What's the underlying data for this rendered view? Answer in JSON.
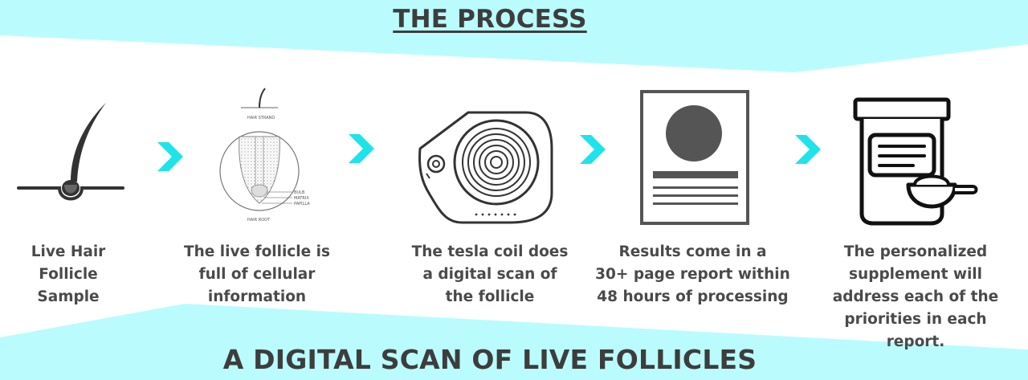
{
  "title": "THE PROCESS",
  "footer": "A DIGITAL SCAN OF LIVE FOLLICLES",
  "colors": {
    "accent": "#1fe3ea",
    "band": "#bafcfd",
    "text": "#3d3d3d"
  },
  "steps": [
    {
      "icon": "hair-follicle-icon",
      "caption_lines": [
        "Live Hair",
        "Follicle",
        "Sample"
      ]
    },
    {
      "icon": "follicle-anatomy-icon",
      "caption_lines": [
        "The live follicle is",
        "full of cellular",
        "information"
      ],
      "diagram_labels": {
        "top": "HAIR STRAND",
        "bulb": "BULB",
        "matrix": "MATRIX",
        "papilla": "PAPILLA",
        "bottom": "HAIR ROOT"
      }
    },
    {
      "icon": "tesla-coil-scanner-icon",
      "caption_lines": [
        "The tesla coil does",
        "a digital scan of",
        "the follicle"
      ]
    },
    {
      "icon": "report-document-icon",
      "caption_lines": [
        "Results come in a",
        "30+ page report within",
        "48 hours of processing"
      ]
    },
    {
      "icon": "supplement-jar-icon",
      "caption_lines": [
        "The personalized",
        "supplement will",
        "address each of the",
        "priorities in each",
        "report."
      ]
    }
  ],
  "arrow_icon": "chevron-right-icon"
}
